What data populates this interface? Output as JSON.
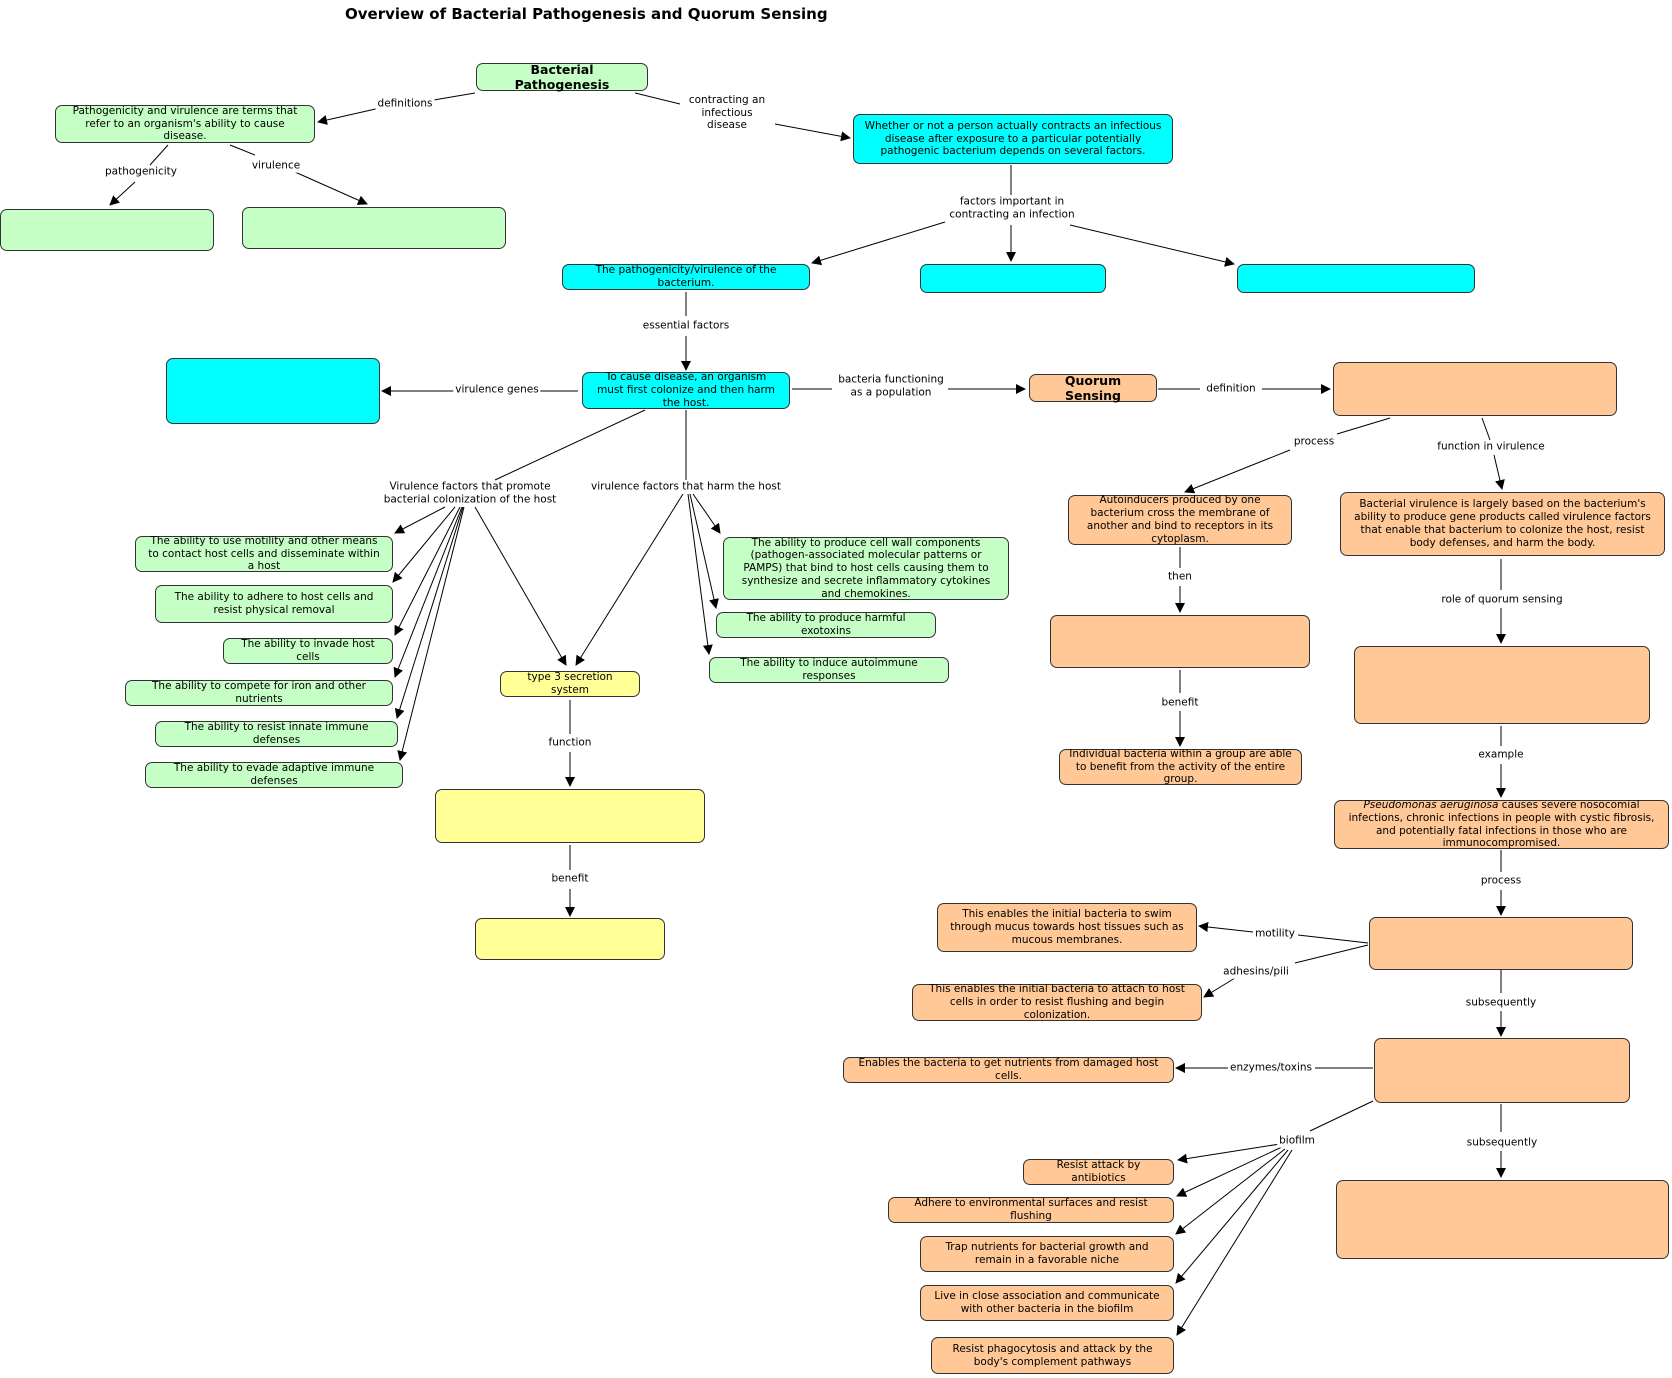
{
  "title": "Overview of Bacterial Pathogenesis and Quorum Sensing",
  "nodes": {
    "bacterial_pathogenesis": "Bacterial Pathogenesis",
    "pathogenicity_virulence_def": "Pathogenicity and virulence are terms that refer to an organism's ability to cause disease.",
    "pathogenicity_blank": "",
    "virulence_blank": "",
    "whether_contract": "Whether or not a person actually contracts an infectious disease after exposure to a particular potentially pathogenic bacterium depends on several factors.",
    "pathogenicity_of_bacterium": "The pathogenicity/virulence of the bacterium.",
    "factor2_blank": "",
    "factor3_blank": "",
    "virulence_genes_blank": "",
    "to_cause_disease": "To cause disease, an organism must first colonize and then harm the host.",
    "quorum_sensing": "Quorum Sensing",
    "qs_definition_blank": "",
    "col_motility": "The ability to use motility and other means to contact host cells and disseminate within a host",
    "col_adhere": "The ability to adhere to host cells and resist physical removal",
    "col_invade": "The ability to invade host cells",
    "col_compete": "The ability to compete for iron and other nutrients",
    "col_innate": "The ability to resist innate immune defenses",
    "col_adaptive": "The ability to evade adaptive immune defenses",
    "t3ss": "type 3 secretion system",
    "t3ss_function_blank": "",
    "t3ss_benefit_blank": "",
    "harm_pamps": "The ability to produce cell wall components (pathogen-associated molecular patterns or PAMPS) that bind to host cells causing them to synthesize and secrete inflammatory cytokines and chemokines.",
    "harm_exotoxins": "The ability to produce harmful exotoxins",
    "harm_autoimmune": "The ability to induce autoimmune responses",
    "autoinducers": "Autoinducers produced by one bacterium cross the membrane of another and bind to receptors in its cytoplasm.",
    "then_blank": "",
    "individual_benefit": "Individual bacteria within a group are able to benefit from the activity of the entire group.",
    "bacterial_virulence": "Bacterial virulence is largely based on the bacterium's ability to produce gene products called virulence factors that enable that bacterium to colonize the host, resist body defenses, and harm the body.",
    "role_qs_blank": "",
    "pseudomonas_italic": "Pseudomonas aeruginosa",
    "pseudomonas_rest": " causes severe nosocomial infections, chronic infections in people with cystic fibrosis, and potentially fatal infections in those who are immunocompromised.",
    "process_blank": "",
    "swim_mucus": "This enables the initial bacteria to swim through mucus towards host tissues such as mucous membranes.",
    "attach_host": "This enables the initial bacteria to  attach to host cells in order to resist flushing and begin colonization.",
    "subsequently1_blank": "",
    "nutrients_damaged": "Enables the bacteria to get nutrients from damaged host cells.",
    "subsequently2_blank": "",
    "bf_antibiotics": "Resist attack by antibiotics",
    "bf_adhere": "Adhere to environmental surfaces and resist flushing",
    "bf_trap": "Trap nutrients for bacterial growth and remain in a favorable niche",
    "bf_live": "Live in close association and communicate with other bacteria in the biofilm",
    "bf_phago": "Resist phagocytosis and attack by the body's complement pathways"
  },
  "links": {
    "definitions": "definitions",
    "contracting": "contracting an infectious disease",
    "pathogenicity": "pathogenicity",
    "virulence": "virulence",
    "factors_important": "factors important in contracting an infection",
    "essential_factors": "essential factors",
    "virulence_genes": "virulence genes",
    "bacteria_functioning": "bacteria functioning as a population",
    "definition": "definition",
    "colonization_factors": "Virulence factors that promote bacterial colonization of the host",
    "harm_factors": "virulence factors that harm the host",
    "function": "function",
    "benefit1": "benefit",
    "process1": "process",
    "function_in_virulence": "function in virulence",
    "then": "then",
    "benefit2": "benefit",
    "role_qs": "role of quorum sensing",
    "example": "example",
    "process2": "process",
    "motility": "motility",
    "adhesins": "adhesins/pili",
    "subsequently1": "subsequently",
    "enzymes": "enzymes/toxins",
    "biofilm": "biofilm",
    "subsequently2": "subsequently"
  },
  "colors": {
    "green": "#c6ffc6",
    "cyan": "#00ffff",
    "peach": "#ffc896",
    "yellow": "#ffff96"
  }
}
